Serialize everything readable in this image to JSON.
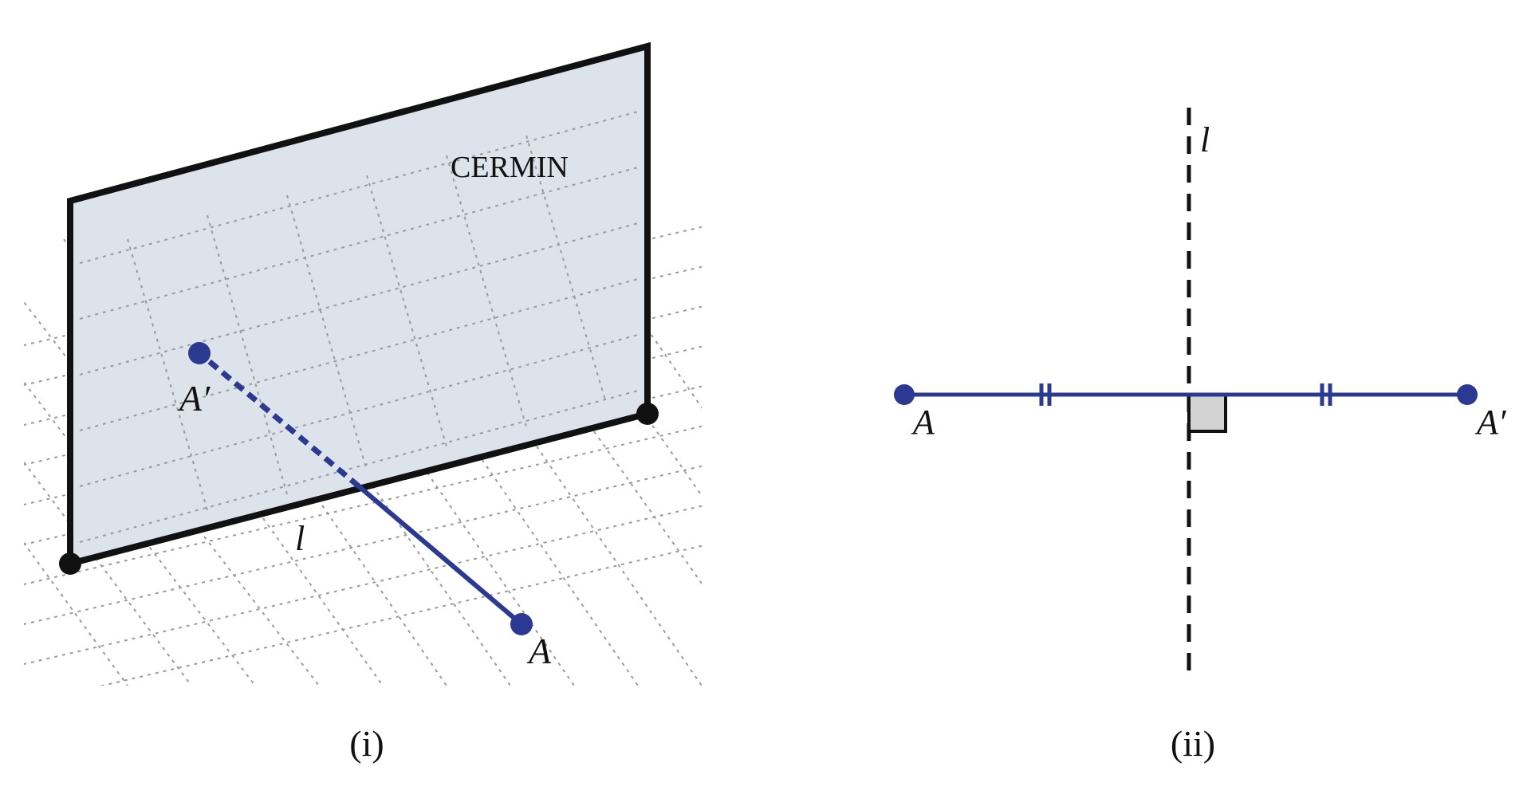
{
  "panel_i": {
    "caption": "(i)",
    "mirror_label": "CERMIN",
    "point_label": "A",
    "image_label": "A′",
    "line_label": "l"
  },
  "panel_ii": {
    "caption": "(ii)",
    "point_label": "A",
    "image_label": "A′",
    "line_label": "l"
  },
  "colors": {
    "mirror_fill": "#dde3ea",
    "segment": "#2b3990",
    "outline": "#111111",
    "grid": "#8a8a8a",
    "right_angle_fill": "#d2d2d2"
  }
}
